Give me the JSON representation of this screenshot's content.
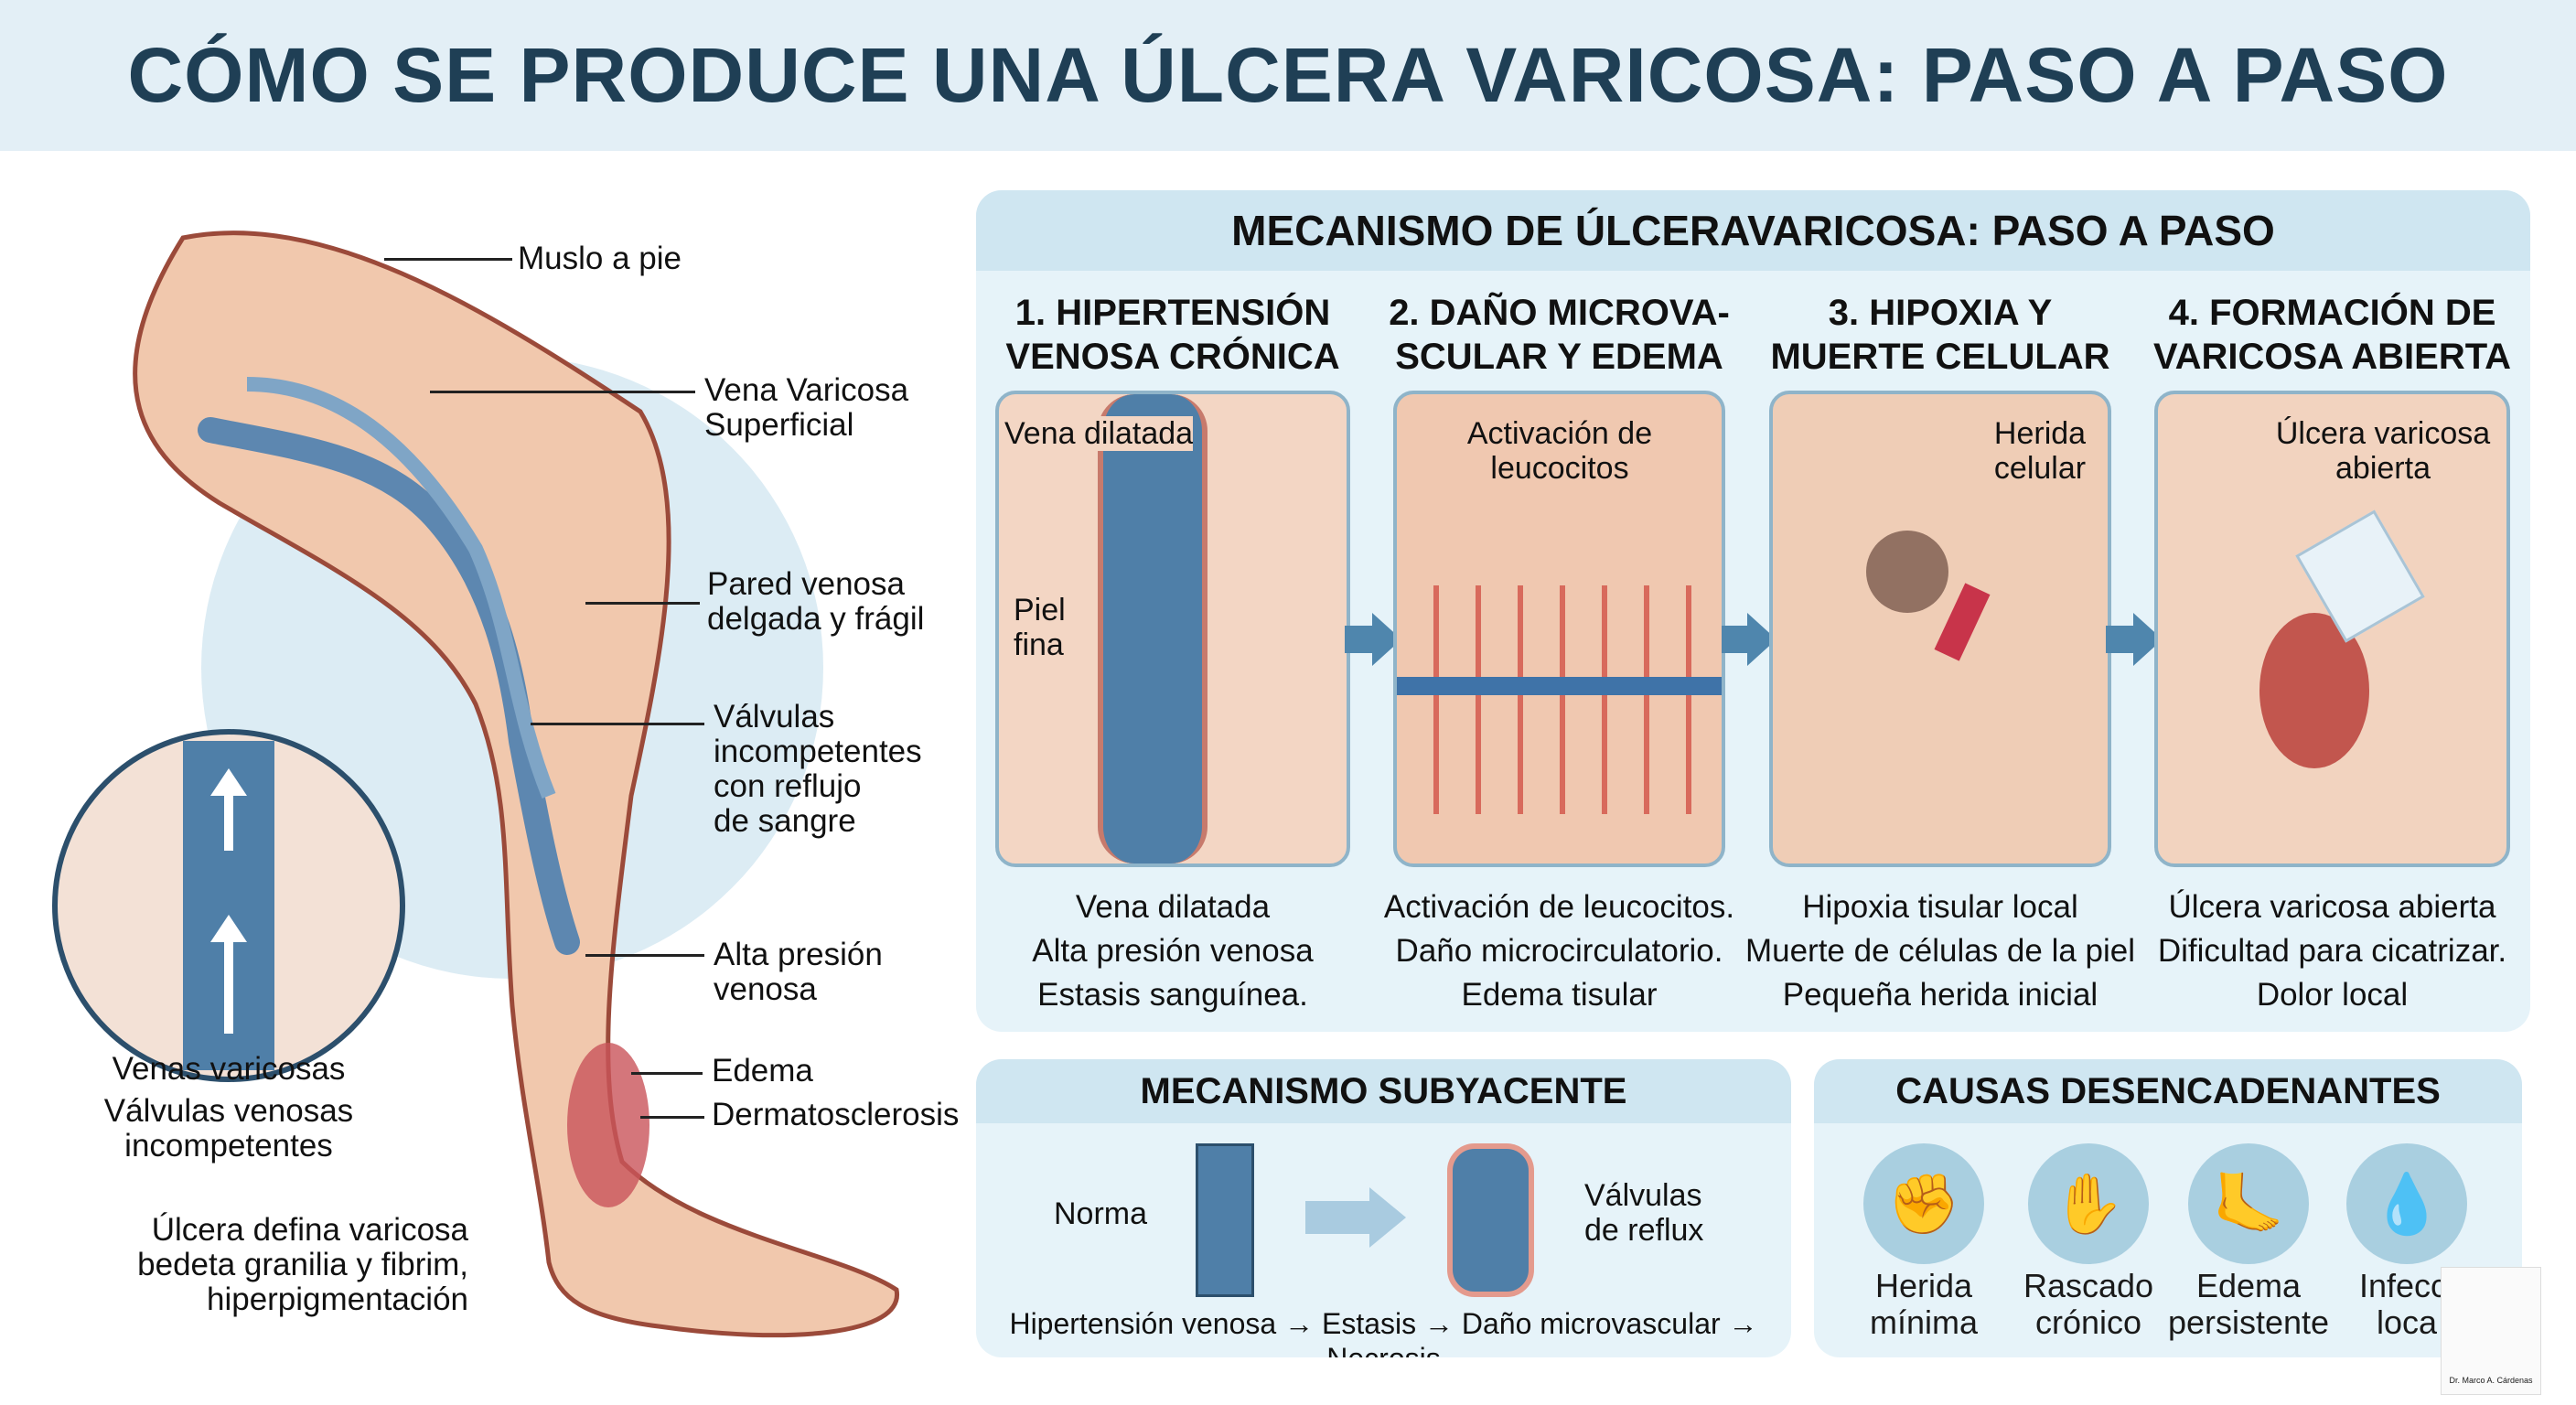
{
  "title": "CÓMO SE PRODUCE UNA ÚLCERA VARICOSA: PASO A PASO",
  "leg_labels": {
    "thigh": "Muslo a pie",
    "varicose_vein": [
      "Vena Varicosa",
      "Superficial"
    ],
    "vein_wall": [
      "Pared venosa",
      "delgada y frágil"
    ],
    "valves": [
      "Válvulas",
      "incompetentes",
      "con reflujo",
      "de sangre"
    ],
    "pressure": [
      "Alta presión",
      "venosa"
    ],
    "edema": "Edema",
    "dermato": "Dermatosclerosis",
    "inset": [
      "Venas varicosas",
      "Válvulas venosas",
      "incompetentes"
    ],
    "ulcer": [
      "Úlcera defina varicosa",
      "bedeta granilia y fibrim,",
      "hiperpigmentación"
    ]
  },
  "mechanism": {
    "title": "MECANISMO DE ÚLCERAVARICOSA: PASO A PASO",
    "steps": [
      {
        "heading": [
          "1. HIPERTENSIÓN",
          "VENOSA CRÓNICA"
        ],
        "labels": [
          "Vena dilatada",
          "Piel fina"
        ],
        "caption": [
          "Vena dilatada",
          "Alta presión venosa",
          "Estasis sanguínea."
        ]
      },
      {
        "heading": [
          "2. DAÑO MICROVA-",
          "SCULAR Y EDEMA"
        ],
        "labels": [
          "Activación de leucocitos"
        ],
        "caption": [
          "Activación de leucocitos.",
          "Daño microcirculatorio.",
          "Edema tisular"
        ]
      },
      {
        "heading": [
          "3. HIPOXIA Y",
          "MUERTE CELULAR"
        ],
        "labels": [
          "Herida celular"
        ],
        "caption": [
          "Hipoxia tisular local",
          "Muerte de células de la piel",
          "Pequeña herida inicial"
        ]
      },
      {
        "heading": [
          "4. FORMACIÓN DE",
          "VARICOSA ABIERTA"
        ],
        "labels": [
          "Úlcera varicosa abierta"
        ],
        "caption": [
          "Úlcera varicosa abierta",
          "Dificultad para cicatrizar.",
          "Dolor local"
        ]
      }
    ]
  },
  "subyacente": {
    "title": "MECANISMO SUBYACENTE",
    "normal": "Norma",
    "reflux": [
      "Válvulas",
      "de  reflux"
    ],
    "chain": "Hipertensión venosa → Estasis → Daño microvascular → Necrosis"
  },
  "causas": {
    "title": "CAUSAS DESENCADENANTES",
    "items": [
      {
        "icon": "fist-impact-icon",
        "label": [
          "Herida",
          "mínima"
        ]
      },
      {
        "icon": "scratching-hand-icon",
        "label": [
          "Rascado",
          "crónico"
        ]
      },
      {
        "icon": "swollen-foot-icon",
        "label": [
          "Edema",
          "persistente"
        ]
      },
      {
        "icon": "blood-drop-skin-icon",
        "label": [
          "Infecci",
          "loca"
        ]
      }
    ]
  },
  "watermark": "Dr. Marco A. Cárdenas",
  "colors": {
    "title": "#1f3f55",
    "panel": "#e6f3f9",
    "panel_head": "#cfe6f1",
    "vein": "#4f7fa8",
    "skin": "#f1c8ad",
    "arrow": "#4f86ad"
  }
}
